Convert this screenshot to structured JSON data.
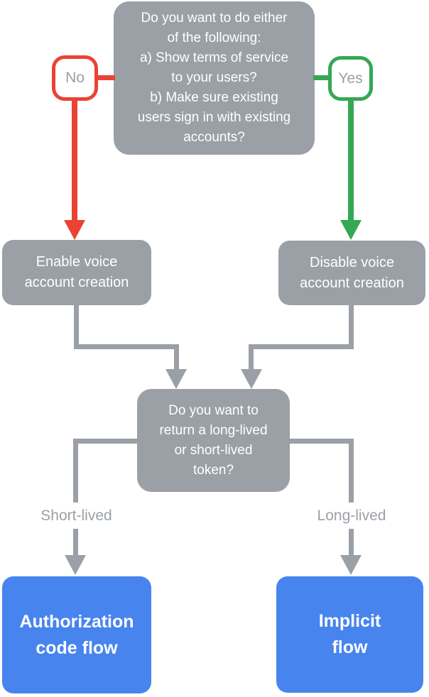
{
  "colors": {
    "background": "#ffffff",
    "node-gray": "#9aa0a6",
    "node-blue": "#4784ee",
    "node-text": "#ffffff",
    "accent-red": "#ea4335",
    "accent-green": "#34a853",
    "connector-gray": "#9aa0a6",
    "muted-text": "#9aa0a6"
  },
  "nodes": {
    "top_question": "Do you want to do either\nof the following:\na) Show terms of service\nto your users?\nb) Make sure existing\nusers sign in with existing\naccounts?",
    "no_label": "No",
    "yes_label": "Yes",
    "enable_voice": "Enable voice\naccount creation",
    "disable_voice": "Disable voice\naccount creation",
    "token_question": "Do you want to\nreturn a long-lived\nor short-lived\ntoken?",
    "short_lived": "Short-lived",
    "long_lived": "Long-lived",
    "auth_code_flow": "Authorization\ncode flow",
    "implicit_flow": "Implicit\nflow"
  }
}
